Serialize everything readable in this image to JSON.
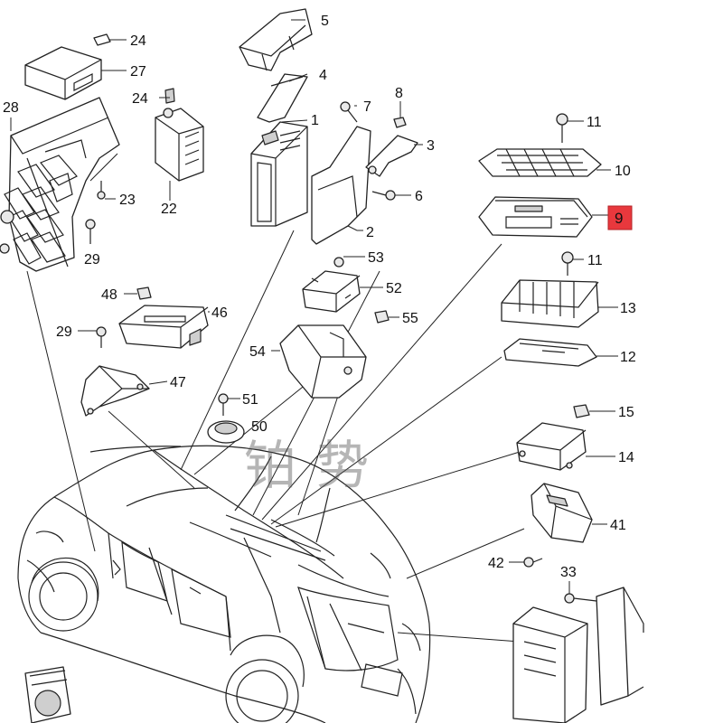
{
  "watermark": {
    "text": "铂势"
  },
  "colors": {
    "highlight": "#e8383d",
    "lines": "#222222",
    "background": "#ffffff"
  },
  "callouts": [
    {
      "label": "24",
      "part": "clip"
    },
    {
      "label": "27",
      "part": "module"
    },
    {
      "label": "24",
      "part": "clip"
    },
    {
      "label": "28",
      "part": "bracket"
    },
    {
      "label": "23",
      "part": "bolt"
    },
    {
      "label": "22",
      "part": "control-unit"
    },
    {
      "label": "29",
      "part": "bolt"
    },
    {
      "label": "5",
      "part": "cover"
    },
    {
      "label": "4",
      "part": "bracket"
    },
    {
      "label": "7",
      "part": "bolt"
    },
    {
      "label": "8",
      "part": "nut"
    },
    {
      "label": "1",
      "part": "control-unit"
    },
    {
      "label": "3",
      "part": "bracket"
    },
    {
      "label": "6",
      "part": "bolt"
    },
    {
      "label": "2",
      "part": "bracket"
    },
    {
      "label": "11",
      "part": "bolt"
    },
    {
      "label": "10",
      "part": "cover"
    },
    {
      "label": "9",
      "part": "control-unit",
      "highlighted": true
    },
    {
      "label": "11",
      "part": "bolt"
    },
    {
      "label": "13",
      "part": "housing"
    },
    {
      "label": "12",
      "part": "control-unit"
    },
    {
      "label": "53",
      "part": "bolt"
    },
    {
      "label": "52",
      "part": "module"
    },
    {
      "label": "55",
      "part": "nut"
    },
    {
      "label": "54",
      "part": "bracket"
    },
    {
      "label": "48",
      "part": "nut"
    },
    {
      "label": "46",
      "part": "module"
    },
    {
      "label": "29",
      "part": "bolt"
    },
    {
      "label": "47",
      "part": "bracket"
    },
    {
      "label": "51",
      "part": "bolt"
    },
    {
      "label": "50",
      "part": "sensor"
    },
    {
      "label": "15",
      "part": "nut"
    },
    {
      "label": "14",
      "part": "control-unit"
    },
    {
      "label": "41",
      "part": "module"
    },
    {
      "label": "42",
      "part": "bolt"
    },
    {
      "label": "33",
      "part": "bolt"
    }
  ]
}
